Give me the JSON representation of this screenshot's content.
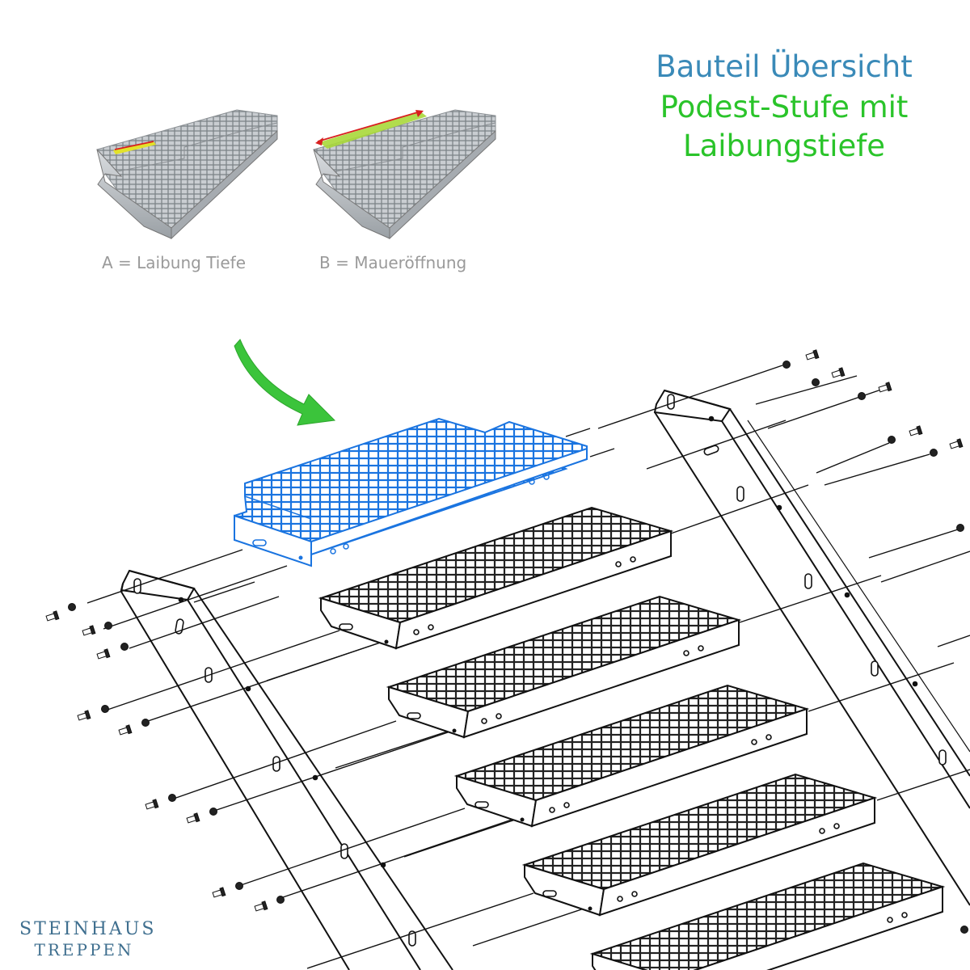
{
  "heading": {
    "line1": "Bauteil Übersicht",
    "line2": "Podest-Stufe mit",
    "line3": "Laibungstiefe"
  },
  "captions": {
    "a": "A = Laibung Tiefe",
    "b": "B = Maueröffnung"
  },
  "logo": {
    "line1": "STEINHAUS",
    "line2": "TREPPEN"
  },
  "colors": {
    "heading_blue": "#3a8ab8",
    "heading_green": "#2ac42a",
    "highlight_blue": "#1a74e0",
    "arrow_green": "#3bc43b"
  }
}
